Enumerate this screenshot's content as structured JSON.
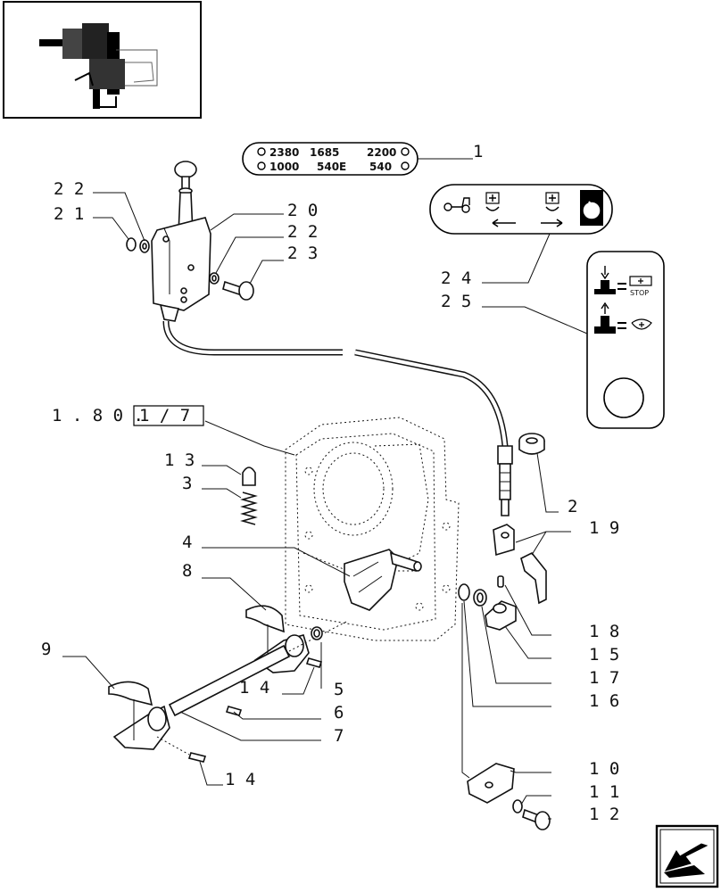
{
  "diagram": {
    "reference": {
      "prefix": "1 . 8 0 .",
      "boxed": "1 / 7"
    },
    "decal_1": {
      "row1": [
        "2380",
        "1685",
        "2200"
      ],
      "row2": [
        "1000",
        "540E",
        "540"
      ]
    },
    "decal_25": {
      "stop_text": "STOP"
    },
    "callouts": [
      {
        "id": "c1",
        "text": "1"
      },
      {
        "id": "c2",
        "text": "2"
      },
      {
        "id": "c3",
        "text": "3"
      },
      {
        "id": "c4",
        "text": "4"
      },
      {
        "id": "c5",
        "text": "5"
      },
      {
        "id": "c6",
        "text": "6"
      },
      {
        "id": "c7",
        "text": "7"
      },
      {
        "id": "c8",
        "text": "8"
      },
      {
        "id": "c9",
        "text": "9"
      },
      {
        "id": "c10",
        "text": "1 0"
      },
      {
        "id": "c11",
        "text": "1 1"
      },
      {
        "id": "c12",
        "text": "1 2"
      },
      {
        "id": "c13",
        "text": "1 3"
      },
      {
        "id": "c14a",
        "text": "1 4"
      },
      {
        "id": "c14b",
        "text": "1 4"
      },
      {
        "id": "c15",
        "text": "1 5"
      },
      {
        "id": "c16",
        "text": "1 6"
      },
      {
        "id": "c17",
        "text": "1 7"
      },
      {
        "id": "c18",
        "text": "1 8"
      },
      {
        "id": "c19",
        "text": "1 9"
      },
      {
        "id": "c20",
        "text": "2 0"
      },
      {
        "id": "c21",
        "text": "2 1"
      },
      {
        "id": "c22a",
        "text": "2 2"
      },
      {
        "id": "c22b",
        "text": "2 2"
      },
      {
        "id": "c23",
        "text": "2 3"
      },
      {
        "id": "c24",
        "text": "2 4"
      },
      {
        "id": "c25",
        "text": "2 5"
      }
    ]
  }
}
